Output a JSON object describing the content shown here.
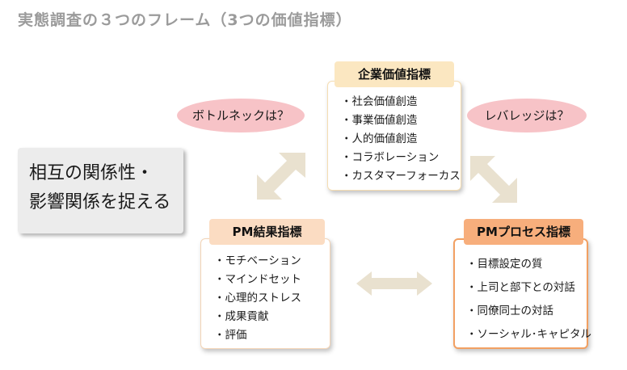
{
  "title": "実態調査の３つのフレーム（3つの価値指標）",
  "note": {
    "lines": [
      "相互の関係性・",
      "影響関係を捉える"
    ]
  },
  "bubbles": {
    "left": "ボトルネックは？",
    "right": "レバレッジは？"
  },
  "boxes": {
    "corporate": {
      "header": "企業価値指標",
      "items": [
        "・社会価値創造",
        "・事業価値創造",
        "・人的価値創造",
        "・コラボレーション",
        "・カスタマーフォーカス"
      ]
    },
    "pm_result": {
      "header": "PM結果指標",
      "items": [
        "・モチベーション",
        "・マインドセット",
        "・心理的ストレス",
        "・成果貢献",
        "・評価"
      ]
    },
    "pm_process": {
      "header": "PMプロセス指標",
      "items": [
        "・目標設定の質",
        "・上司と部下との対話",
        "・同僚同士の対話",
        "・ソーシャル･キャピタル"
      ]
    }
  },
  "colors": {
    "arrow": "#e9e1cf",
    "bubble": "#f7c3c7",
    "header_corporate": "#fbe7c1",
    "header_result": "#fbdcc2",
    "header_process": "#f7ae7c",
    "process_border": "#f2a062"
  }
}
